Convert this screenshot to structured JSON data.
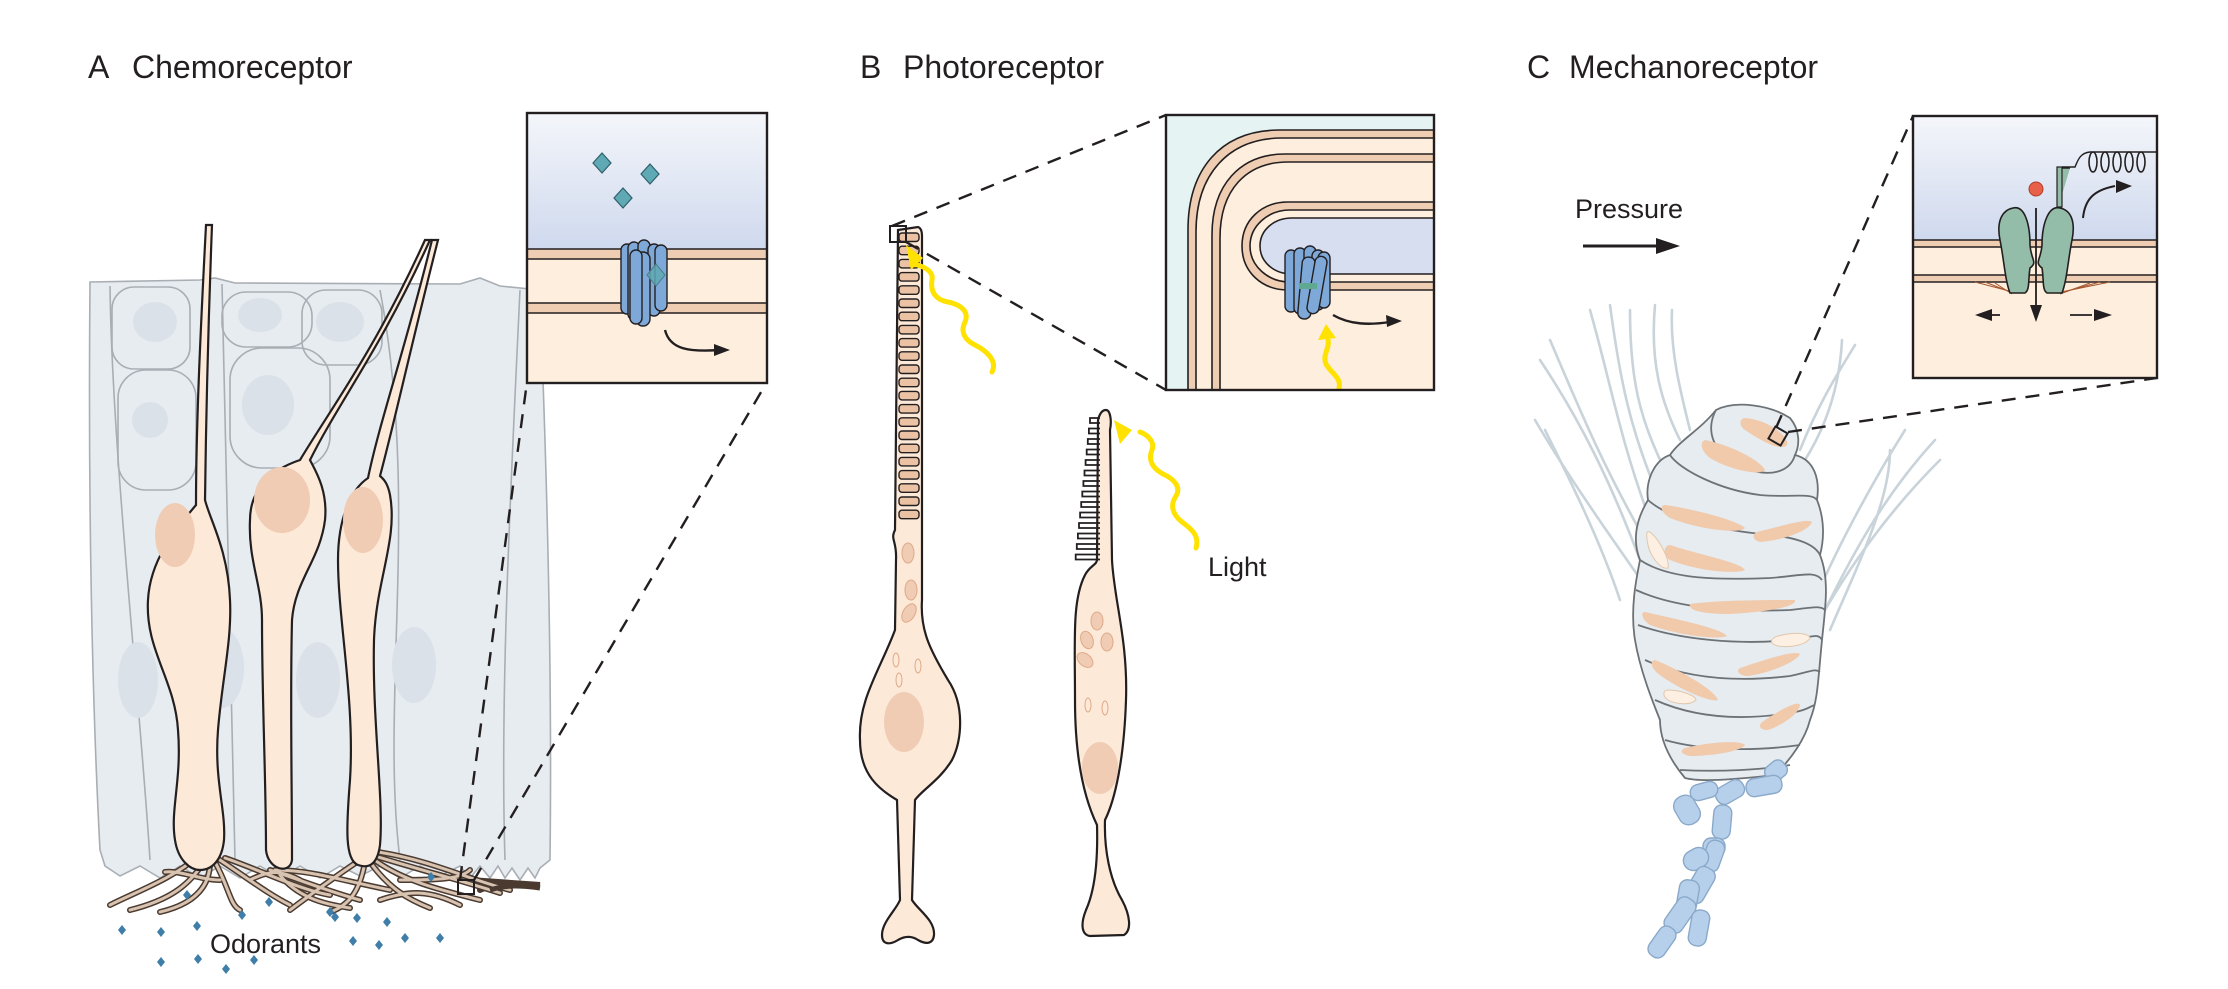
{
  "figure": {
    "panels": [
      {
        "letter": "A",
        "title": "Chemoreceptor",
        "labels": {
          "stimulus": "Odorants"
        },
        "colors": {
          "cell": "#fde9d7",
          "nucleus": "#f0ccb4",
          "support": "#e7ecf1",
          "odorant": "#3e7ea8",
          "channel": "#7ea8d8",
          "ligand": "#5fa9b5"
        }
      },
      {
        "letter": "B",
        "title": "Photoreceptor",
        "labels": {
          "stimulus": "Light"
        },
        "colors": {
          "cell": "#fde9d7",
          "disc": "#ebc3a4",
          "light": "#ffe200",
          "channel": "#7ea8d8",
          "retinal": "#5fa991"
        }
      },
      {
        "letter": "C",
        "title": "Mechanoreceptor",
        "labels": {
          "stimulus": "Pressure"
        },
        "colors": {
          "lamella": "#e6ecf0",
          "lamella_nucleus": "#f1c9ab",
          "axon": "#b6d0ec",
          "channel": "#93bca9",
          "ion": "#e8604a"
        }
      }
    ],
    "insets": [
      {
        "panel": "A",
        "content": "odorant receptor in membrane with bound odorant molecules and signaling arrow"
      },
      {
        "panel": "B",
        "content": "rhodopsin in disc membrane activated by light with signaling arrow"
      },
      {
        "panel": "C",
        "content": "mechanosensitive ion channel opened by stretch with tether spring and ion influx"
      }
    ]
  }
}
